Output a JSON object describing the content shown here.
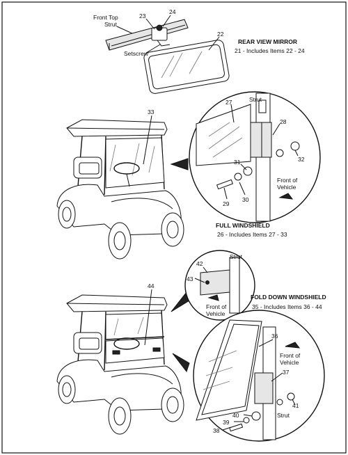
{
  "rear_view_mirror": {
    "title": "REAR VIEW MIRROR",
    "includes": "21 - Includes Items 22 - 24",
    "labels": {
      "front_top_strut": "Front Top",
      "front_top_strut_2": "Strut",
      "item_23": "23",
      "item_24": "24",
      "item_22": "22",
      "setscrew": "Setscrew"
    }
  },
  "full_windshield": {
    "title": "FULL WINDSHIELD",
    "includes": "26 - Includes Items 27 - 33",
    "labels": {
      "item_33": "33",
      "strut": "Strut",
      "item_27": "27",
      "item_28": "28",
      "item_31": "31",
      "item_32": "32",
      "front_of": "Front of",
      "vehicle": "Vehicle",
      "item_29": "29",
      "item_30": "30"
    }
  },
  "fold_down_windshield": {
    "title": "FOLD DOWN WINDSHIELD",
    "includes": "35 - Includes Items 36 - 44",
    "labels": {
      "item_44": "44",
      "item_42": "42",
      "strut_top": "Strut",
      "item_43": "43",
      "front_of_1": "Front of",
      "vehicle_1": "Vehicle",
      "item_36": "36",
      "front_of_2": "Front of",
      "vehicle_2": "Vehicle",
      "item_37": "37",
      "item_41": "41",
      "item_40": "40",
      "item_39": "39",
      "strut_bottom": "Strut",
      "item_38": "38"
    }
  }
}
